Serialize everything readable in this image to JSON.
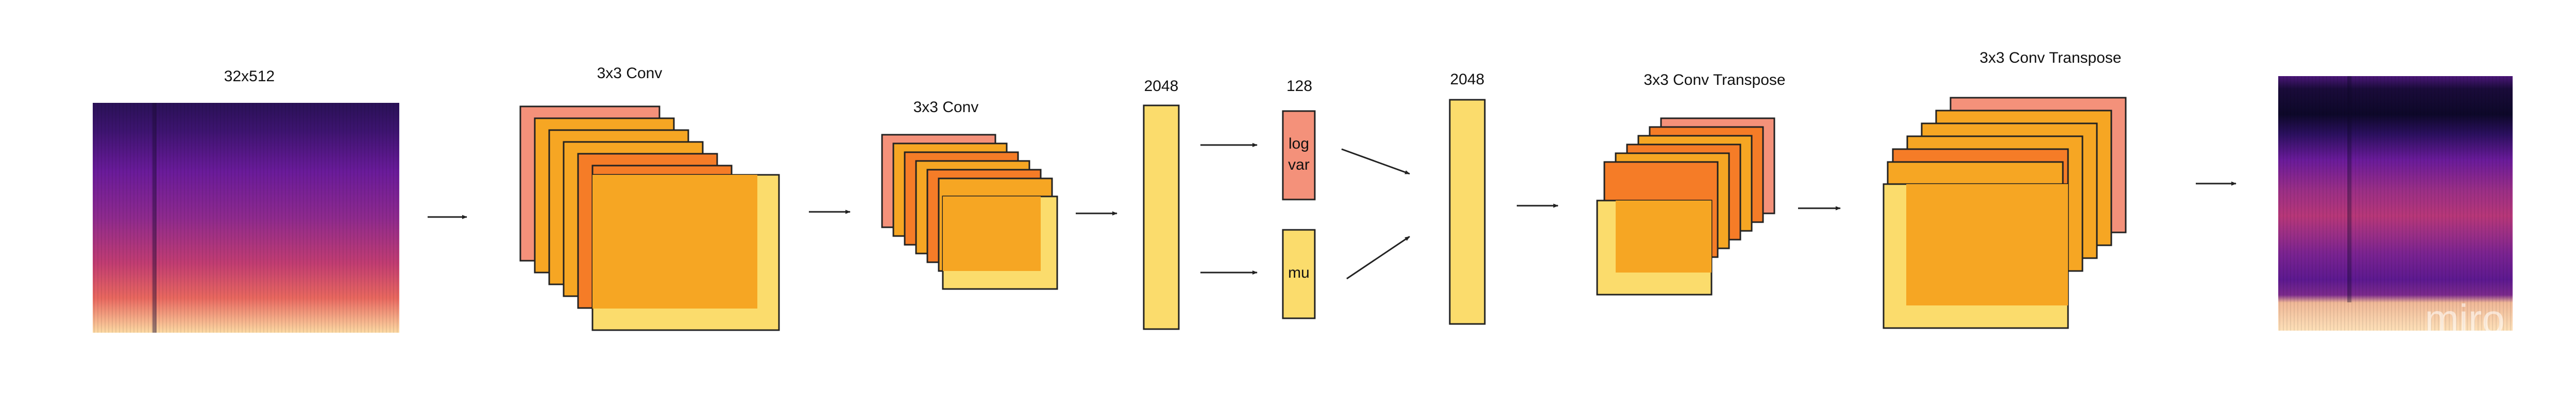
{
  "labels": {
    "input_size": "32x512",
    "enc_conv1": "3x3 Conv",
    "enc_conv2": "3x3 Conv",
    "dense_in": "2048",
    "latent_size": "128",
    "logvar_line1": "log",
    "logvar_line2": "var",
    "mu": "mu",
    "dense_out": "2048",
    "dec_conv1": "3x3 Conv Transpose",
    "dec_conv2": "3x3 Conv Transpose"
  },
  "watermark": "miro",
  "colors": {
    "salmon": "#f4917a",
    "orange": "#f6a623",
    "deep_orange": "#f57c27",
    "yellow": "#fbdc6c",
    "stroke": "#222222",
    "spectrogram_dark": "#0d0829",
    "spectrogram_purple": "#6a1b9a",
    "spectrogram_magenta": "#b73779",
    "spectrogram_peach": "#fcd9a3"
  }
}
